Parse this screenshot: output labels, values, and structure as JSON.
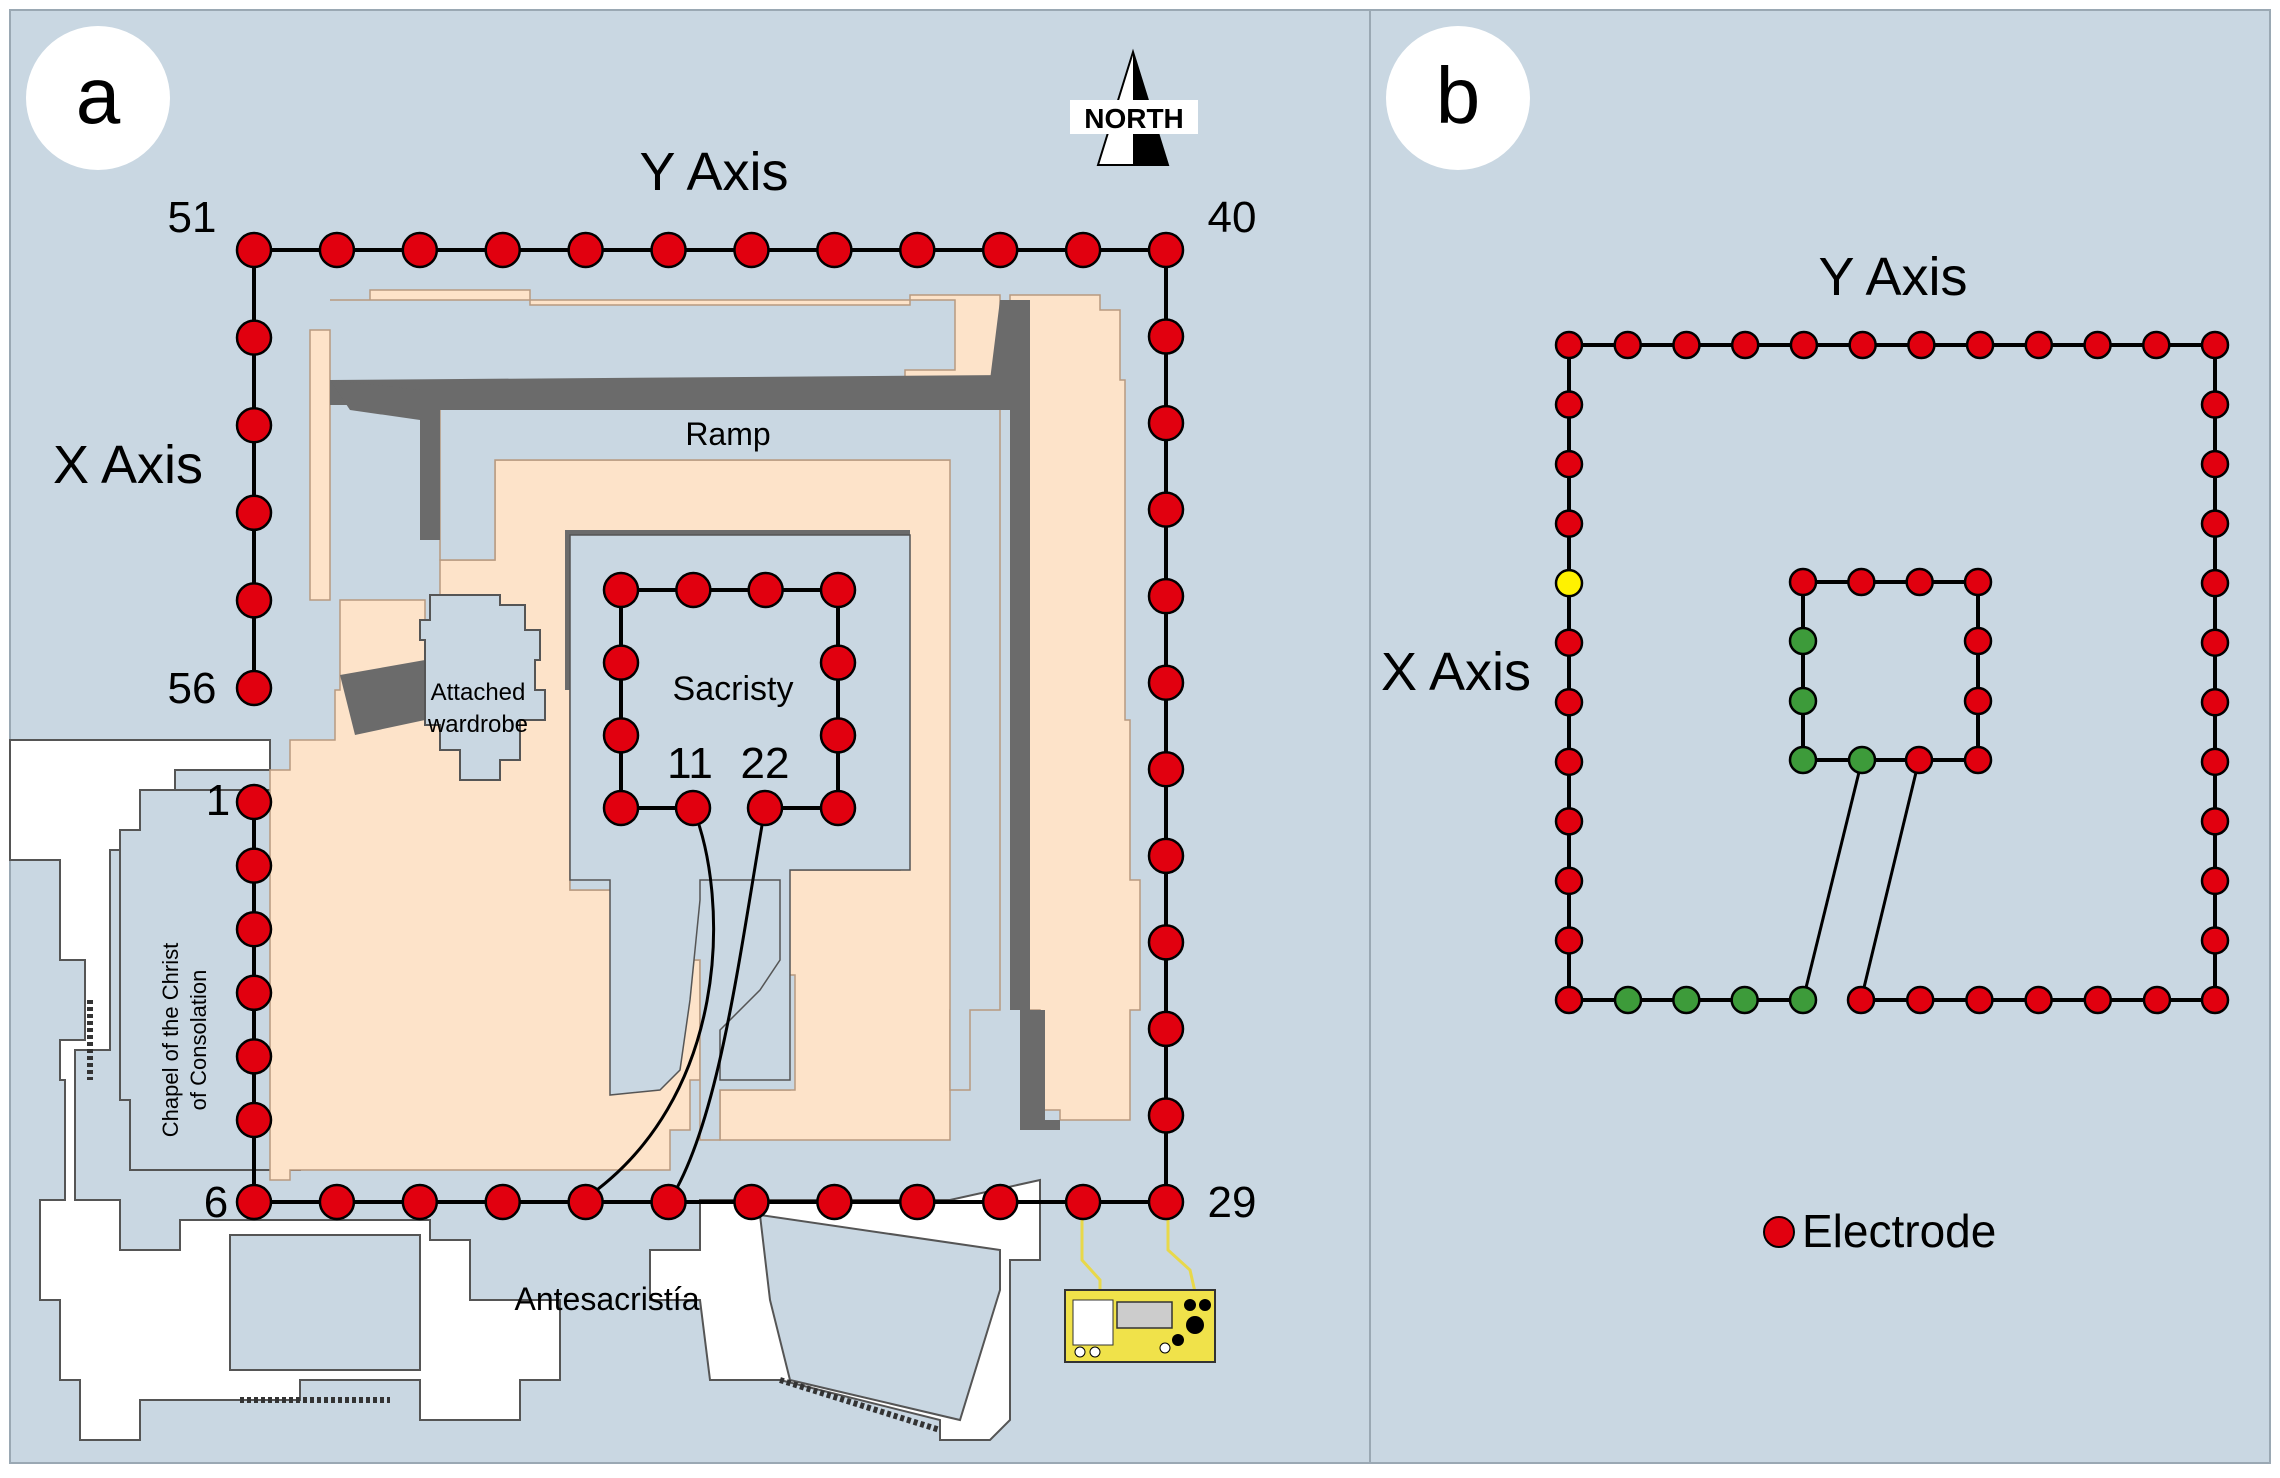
{
  "panel_a": {
    "badge": "a",
    "y_axis_label": "Y Axis",
    "x_axis_label": "X Axis",
    "north_label": "NORTH",
    "corner_labels": {
      "top_left": "51",
      "top_right": "40",
      "left_bottom": "56",
      "left_top": "1",
      "bottom_left": "6",
      "bottom_right": "29"
    },
    "inner_labels": {
      "left_start": "11",
      "right_start": "22"
    },
    "places": {
      "ramp": "Ramp",
      "sacristy": "Sacristy",
      "wardrobe_line1": "Attached",
      "wardrobe_line2": "wardrobe",
      "chapel_line1": "Chapel of the Christ",
      "chapel_line2": "of Consolation",
      "antesacristia": "Antesacristía"
    }
  },
  "panel_b": {
    "badge": "b",
    "y_axis_label": "Y Axis",
    "x_axis_label": "X Axis",
    "legend_label": "Electrode"
  },
  "colors": {
    "background": "#c9d7e2",
    "building": "#fde3c9",
    "wall_shadow": "#6b6b6b",
    "outer_building": "#ffffff",
    "electrode_red": "#e1000f",
    "electrode_green": "#3d9b3a",
    "electrode_yellow": "#fff200",
    "cable": "#000000",
    "instrument_cable": "#e8d84a",
    "instrument_body": "#f0e24a"
  }
}
